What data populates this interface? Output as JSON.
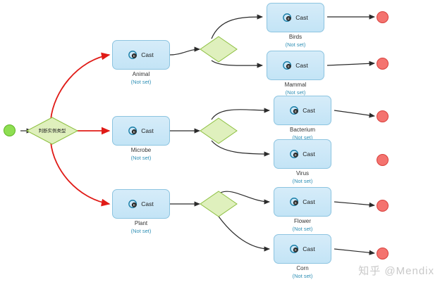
{
  "diagram": {
    "title": "Mendix microflow - instance type decision",
    "colors": {
      "activity_fill": "#c9e6f8",
      "activity_border": "#8cc4e0",
      "decision_fill": "#dff0bd",
      "decision_border": "#8cbf3f",
      "start_fill": "#8ede52",
      "start_border": "#5fb524",
      "end_fill": "#f4736f",
      "end_border": "#d8403c",
      "edge_default": "#333333",
      "edge_highlight": "#e01b17",
      "notset_text": "#2e8fb5"
    },
    "icon_label": "Cast",
    "not_set_label": "(Not set)",
    "start": {
      "name": "start-event"
    },
    "decisions": [
      {
        "id": "decision-main",
        "label": "判断实例类型"
      },
      {
        "id": "decision-animal",
        "label": ""
      },
      {
        "id": "decision-microbe",
        "label": ""
      },
      {
        "id": "decision-plant",
        "label": ""
      }
    ],
    "activities": [
      {
        "id": "animal",
        "box_label": "Cast",
        "caption": "Animal",
        "status": "(Not set)"
      },
      {
        "id": "microbe",
        "box_label": "Cast",
        "caption": "Microbe",
        "status": "(Not set)"
      },
      {
        "id": "plant",
        "box_label": "Cast",
        "caption": "Plant",
        "status": "(Not set)"
      },
      {
        "id": "birds",
        "box_label": "Cast",
        "caption": "Birds",
        "status": "(Not set)"
      },
      {
        "id": "mammal",
        "box_label": "Cast",
        "caption": "Mammal",
        "status": "(Not set)"
      },
      {
        "id": "bacterium",
        "box_label": "Cast",
        "caption": "Bacterium",
        "status": "(Not set)"
      },
      {
        "id": "virus",
        "box_label": "Cast",
        "caption": "Virus",
        "status": "(Not set)"
      },
      {
        "id": "flower",
        "box_label": "Cast",
        "caption": "Flower",
        "status": "(Not set)"
      },
      {
        "id": "corn",
        "box_label": "Cast",
        "caption": "Corn",
        "status": "(Not set)"
      }
    ],
    "end_events": [
      {
        "id": "end-birds"
      },
      {
        "id": "end-mammal"
      },
      {
        "id": "end-bacterium"
      },
      {
        "id": "end-virus"
      },
      {
        "id": "end-flower"
      },
      {
        "id": "end-corn"
      }
    ],
    "watermark": "知乎 @Mendix"
  }
}
